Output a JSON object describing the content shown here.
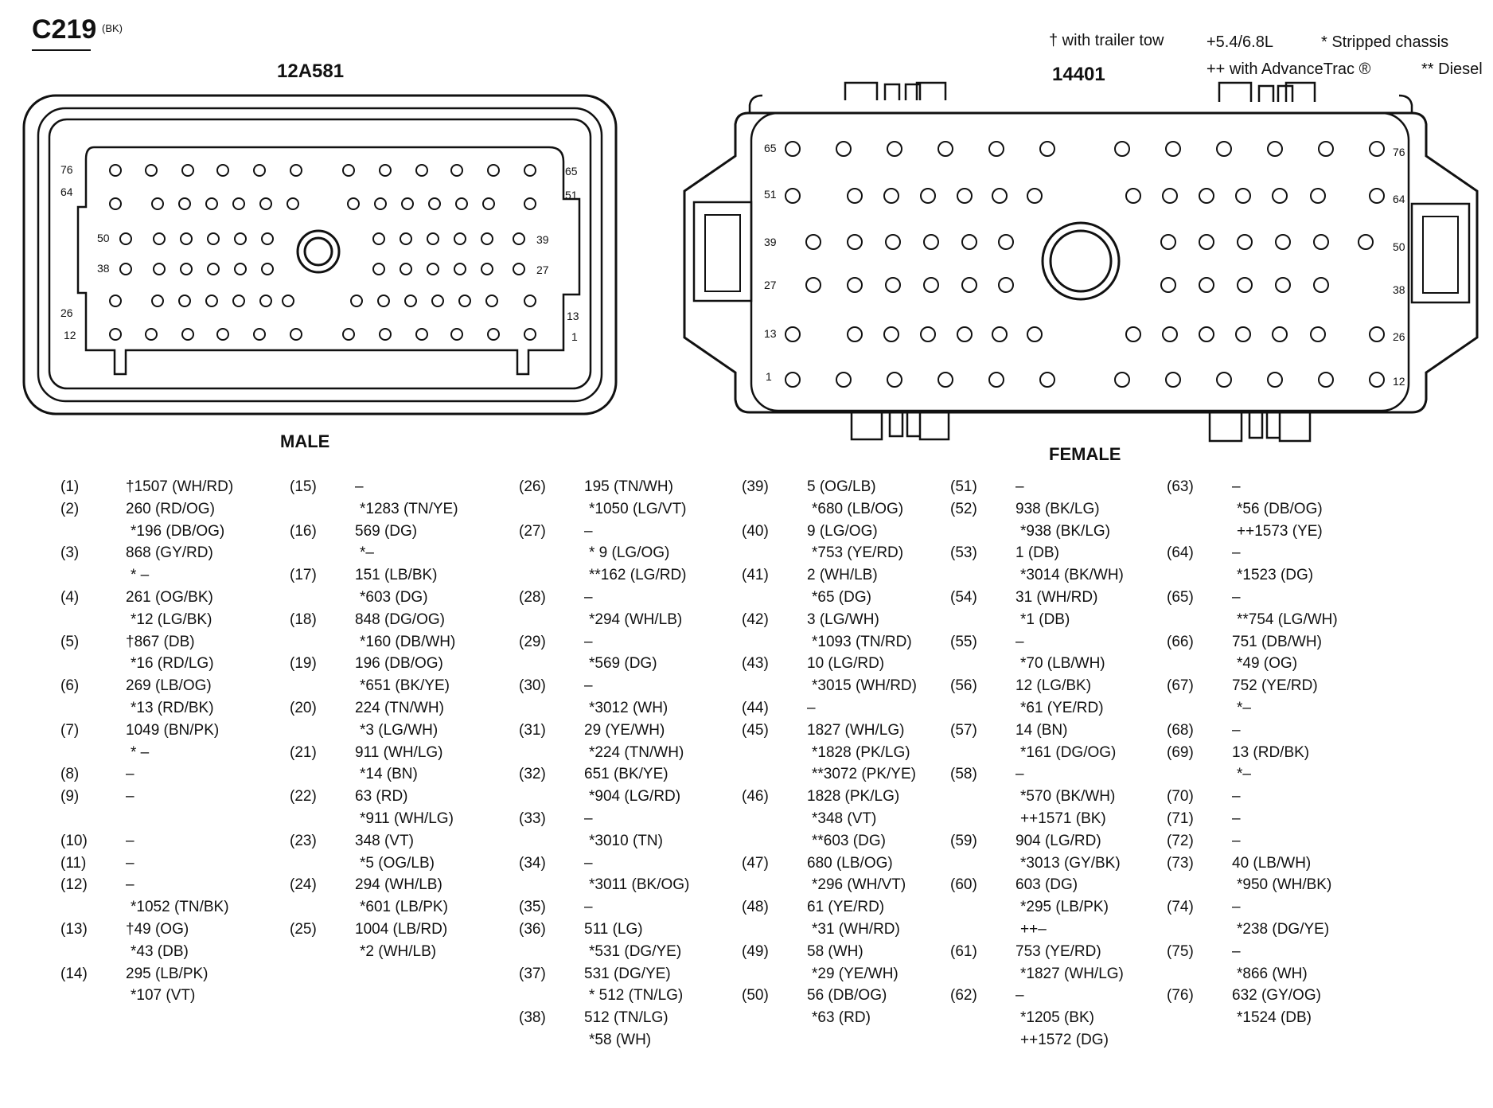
{
  "header": {
    "connector_id": "C219",
    "connector_color": "(BK)",
    "male_part": "12A581",
    "female_part": "14401",
    "male_label": "MALE",
    "female_label": "FEMALE"
  },
  "legend": {
    "trailer_tow": "† with trailer tow",
    "engine": "+5.4/6.8L",
    "stripped": "* Stripped chassis",
    "advancetrac": "++ with AdvanceTrac ®",
    "diesel": "** Diesel"
  },
  "male_pin_labels": [
    "76",
    "64",
    "50",
    "38",
    "26",
    "12",
    "65",
    "51",
    "39",
    "27",
    "13",
    "1"
  ],
  "female_pin_labels": [
    "65",
    "51",
    "39",
    "27",
    "13",
    "1",
    "76",
    "64",
    "50",
    "38",
    "26",
    "12"
  ],
  "pin_columns": [
    [
      {
        "pin": "(1)",
        "lines": [
          "†1507 (WH/RD)"
        ]
      },
      {
        "pin": "(2)",
        "lines": [
          "260 (RD/OG)",
          "*196 (DB/OG)"
        ]
      },
      {
        "pin": "(3)",
        "lines": [
          "868 (GY/RD)",
          "*  –"
        ]
      },
      {
        "pin": "(4)",
        "lines": [
          "261 (OG/BK)",
          "*12 (LG/BK)"
        ]
      },
      {
        "pin": "(5)",
        "lines": [
          "†867 (DB)",
          "*16 (RD/LG)"
        ]
      },
      {
        "pin": "(6)",
        "lines": [
          "269 (LB/OG)",
          "*13 (RD/BK)"
        ]
      },
      {
        "pin": "(7)",
        "lines": [
          "1049 (BN/PK)",
          "*  –"
        ]
      },
      {
        "pin": "(8)",
        "lines": [
          "–"
        ]
      },
      {
        "pin": "(9)",
        "lines": [
          "–",
          ""
        ]
      },
      {
        "pin": "(10)",
        "lines": [
          "–"
        ]
      },
      {
        "pin": "(11)",
        "lines": [
          "–"
        ]
      },
      {
        "pin": "(12)",
        "lines": [
          "–",
          "*1052 (TN/BK)"
        ]
      },
      {
        "pin": "(13)",
        "lines": [
          "†49 (OG)",
          "*43 (DB)"
        ]
      },
      {
        "pin": "(14)",
        "lines": [
          "295 (LB/PK)",
          "*107 (VT)"
        ]
      }
    ],
    [
      {
        "pin": "(15)",
        "lines": [
          "–",
          "*1283 (TN/YE)"
        ]
      },
      {
        "pin": "(16)",
        "lines": [
          "569 (DG)",
          "*–"
        ]
      },
      {
        "pin": "(17)",
        "lines": [
          "151 (LB/BK)",
          "*603 (DG)"
        ]
      },
      {
        "pin": "(18)",
        "lines": [
          "848 (DG/OG)",
          "*160 (DB/WH)"
        ]
      },
      {
        "pin": "(19)",
        "lines": [
          "196 (DB/OG)",
          "*651 (BK/YE)"
        ]
      },
      {
        "pin": "(20)",
        "lines": [
          "224 (TN/WH)",
          "*3 (LG/WH)"
        ]
      },
      {
        "pin": "(21)",
        "lines": [
          "911 (WH/LG)",
          "*14 (BN)"
        ]
      },
      {
        "pin": "(22)",
        "lines": [
          "63 (RD)",
          "*911 (WH/LG)"
        ]
      },
      {
        "pin": "(23)",
        "lines": [
          "348 (VT)",
          "*5 (OG/LB)"
        ]
      },
      {
        "pin": "(24)",
        "lines": [
          "294 (WH/LB)",
          "*601 (LB/PK)"
        ]
      },
      {
        "pin": "(25)",
        "lines": [
          "1004 (LB/RD)",
          "*2 (WH/LB)"
        ]
      }
    ],
    [
      {
        "pin": "(26)",
        "lines": [
          "195 (TN/WH)",
          "*1050 (LG/VT)"
        ]
      },
      {
        "pin": "(27)",
        "lines": [
          "–",
          "* 9 (LG/OG)",
          "**162 (LG/RD)"
        ]
      },
      {
        "pin": "(28)",
        "lines": [
          "–",
          "*294 (WH/LB)"
        ]
      },
      {
        "pin": "(29)",
        "lines": [
          "–",
          "*569 (DG)"
        ]
      },
      {
        "pin": "(30)",
        "lines": [
          "–",
          "*3012 (WH)"
        ]
      },
      {
        "pin": "(31)",
        "lines": [
          "29 (YE/WH)",
          "*224 (TN/WH)"
        ]
      },
      {
        "pin": "(32)",
        "lines": [
          "651 (BK/YE)",
          "*904 (LG/RD)"
        ]
      },
      {
        "pin": "(33)",
        "lines": [
          "–",
          "*3010 (TN)"
        ]
      },
      {
        "pin": "(34)",
        "lines": [
          "–",
          "*3011 (BK/OG)"
        ]
      },
      {
        "pin": "(35)",
        "lines": [
          "–"
        ]
      },
      {
        "pin": "(36)",
        "lines": [
          "511 (LG)",
          "*531 (DG/YE)"
        ]
      },
      {
        "pin": "(37)",
        "lines": [
          "531 (DG/YE)",
          "* 512 (TN/LG)"
        ]
      },
      {
        "pin": "(38)",
        "lines": [
          "512 (TN/LG)",
          "*58 (WH)"
        ]
      }
    ],
    [
      {
        "pin": "(39)",
        "lines": [
          "5 (OG/LB)",
          "*680 (LB/OG)"
        ]
      },
      {
        "pin": "(40)",
        "lines": [
          "9 (LG/OG)",
          "*753 (YE/RD)"
        ]
      },
      {
        "pin": "(41)",
        "lines": [
          "2 (WH/LB)",
          "*65 (DG)"
        ]
      },
      {
        "pin": "(42)",
        "lines": [
          "3 (LG/WH)",
          "*1093 (TN/RD)"
        ]
      },
      {
        "pin": "(43)",
        "lines": [
          "10 (LG/RD)",
          "*3015 (WH/RD)"
        ]
      },
      {
        "pin": "(44)",
        "lines": [
          "–"
        ]
      },
      {
        "pin": "(45)",
        "lines": [
          "1827 (WH/LG)",
          "*1828 (PK/LG)",
          "**3072 (PK/YE)"
        ]
      },
      {
        "pin": "(46)",
        "lines": [
          "1828 (PK/LG)",
          "*348 (VT)",
          "**603 (DG)"
        ]
      },
      {
        "pin": "(47)",
        "lines": [
          "680 (LB/OG)",
          "*296 (WH/VT)"
        ]
      },
      {
        "pin": "(48)",
        "lines": [
          "61 (YE/RD)",
          "*31 (WH/RD)"
        ]
      },
      {
        "pin": "(49)",
        "lines": [
          "58 (WH)",
          "*29 (YE/WH)"
        ]
      },
      {
        "pin": "(50)",
        "lines": [
          "56 (DB/OG)",
          "*63 (RD)"
        ]
      }
    ],
    [
      {
        "pin": "(51)",
        "lines": [
          "–"
        ]
      },
      {
        "pin": "(52)",
        "lines": [
          "938 (BK/LG)",
          "*938 (BK/LG)"
        ]
      },
      {
        "pin": "(53)",
        "lines": [
          "1 (DB)",
          "*3014 (BK/WH)"
        ]
      },
      {
        "pin": "(54)",
        "lines": [
          "31 (WH/RD)",
          "*1 (DB)"
        ]
      },
      {
        "pin": "(55)",
        "lines": [
          "–",
          "*70 (LB/WH)"
        ]
      },
      {
        "pin": "(56)",
        "lines": [
          "12 (LG/BK)",
          "*61 (YE/RD)"
        ]
      },
      {
        "pin": "(57)",
        "lines": [
          "14 (BN)",
          "*161 (DG/OG)"
        ]
      },
      {
        "pin": "(58)",
        "lines": [
          "–",
          "*570 (BK/WH)",
          "++1571 (BK)"
        ]
      },
      {
        "pin": "(59)",
        "lines": [
          "904 (LG/RD)",
          "*3013 (GY/BK)"
        ]
      },
      {
        "pin": "(60)",
        "lines": [
          "603 (DG)",
          "*295 (LB/PK)",
          "++–"
        ]
      },
      {
        "pin": "(61)",
        "lines": [
          "753 (YE/RD)",
          "*1827 (WH/LG)"
        ]
      },
      {
        "pin": "(62)",
        "lines": [
          "–",
          "*1205 (BK)",
          "++1572 (DG)"
        ]
      }
    ],
    [
      {
        "pin": "(63)",
        "lines": [
          "–",
          "*56 (DB/OG)",
          "++1573 (YE)"
        ]
      },
      {
        "pin": "(64)",
        "lines": [
          "–",
          "*1523 (DG)"
        ]
      },
      {
        "pin": "(65)",
        "lines": [
          "–",
          "**754 (LG/WH)"
        ]
      },
      {
        "pin": "(66)",
        "lines": [
          "751 (DB/WH)",
          "*49 (OG)"
        ]
      },
      {
        "pin": "(67)",
        "lines": [
          "752 (YE/RD)",
          "*–"
        ]
      },
      {
        "pin": "(68)",
        "lines": [
          "–"
        ]
      },
      {
        "pin": "(69)",
        "lines": [
          "13 (RD/BK)",
          "*–"
        ]
      },
      {
        "pin": "(70)",
        "lines": [
          "–"
        ]
      },
      {
        "pin": "(71)",
        "lines": [
          "–"
        ]
      },
      {
        "pin": "(72)",
        "lines": [
          "–"
        ]
      },
      {
        "pin": "(73)",
        "lines": [
          "40 (LB/WH)",
          "*950 (WH/BK)"
        ]
      },
      {
        "pin": "(74)",
        "lines": [
          "–",
          "*238 (DG/YE)"
        ]
      },
      {
        "pin": "(75)",
        "lines": [
          "–",
          "*866 (WH)"
        ]
      },
      {
        "pin": "(76)",
        "lines": [
          "632 (GY/OG)",
          "*1524 (DB)"
        ]
      }
    ]
  ]
}
